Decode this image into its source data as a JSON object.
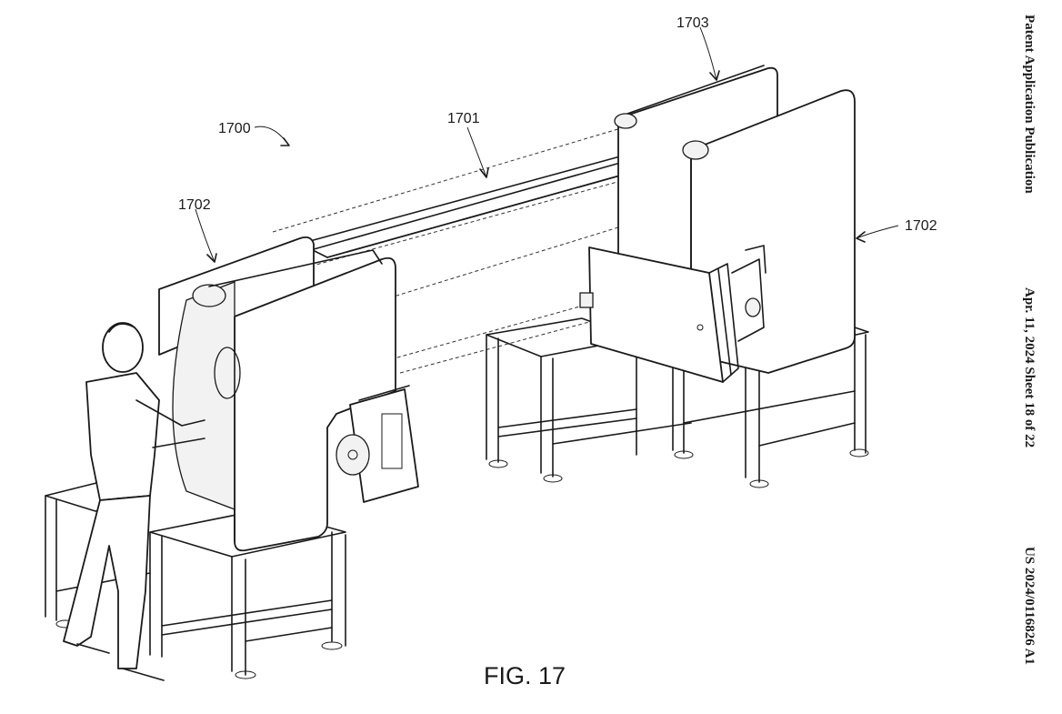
{
  "header": {
    "publication": "Patent Application Publication",
    "date_sheet": "Apr. 11, 2024  Sheet 18 of 22",
    "number": "US 2024/0116826 A1"
  },
  "figure": {
    "caption": "FIG. 17",
    "labels": {
      "system": "1700",
      "belt": "1701",
      "station_left": "1702",
      "station_right": "1702",
      "top_frame": "1703"
    }
  }
}
